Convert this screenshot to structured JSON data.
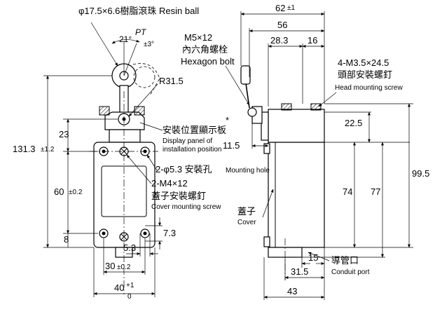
{
  "labels": {
    "resin_ball": "φ17.5×6.6樹脂滾珠 Resin ball",
    "pt": "PT",
    "angle_21": "21°",
    "angle_pm3": "±3°",
    "r315": "R31.5",
    "m5_spec": "M5×12",
    "m5_cn": "內六角螺栓",
    "m5_en": "Hexagon bolt",
    "head_screw_spec": "4-M3.5×24.5",
    "head_screw_cn": "頭部安裝螺釘",
    "head_screw_en": "Head mounting screw",
    "asterisk": "*",
    "display_cn": "安裝位置顯示板",
    "display_en1": "Display panel of",
    "display_en2": "installation position",
    "mount_hole_cn": "2-φ5.3 安裝孔",
    "mount_hole_en": "Mounting hole",
    "cover_screw_spec": "2-M4×12",
    "cover_screw_cn": "蓋子安裝螺釘",
    "cover_screw_en": "Cover mounting screw",
    "cover_cn": "蓋子",
    "cover_en": "Cover",
    "conduit_cn": "導管口",
    "conduit_en": "Conduit port"
  },
  "dimensions": {
    "d62": "62",
    "d62_tol": "±1",
    "d56": "56",
    "d283": "28.3",
    "d16": "16",
    "d225": "22.5",
    "d115": "11.5",
    "d995": "99.5",
    "d74": "74",
    "d77": "77",
    "d23": "23",
    "d1313": "131.3",
    "d1313_tol": "±1.2",
    "d60": "60",
    "d60_tol": "±0.2",
    "d8": "8",
    "d73": "7.3",
    "d53": "5.3",
    "d30": "30",
    "d30_tol": "±0.2",
    "d40": "40",
    "d40_tol_up": "+1",
    "d40_tol_dn": "0",
    "d15": "15",
    "d315": "31.5",
    "d43": "43"
  }
}
